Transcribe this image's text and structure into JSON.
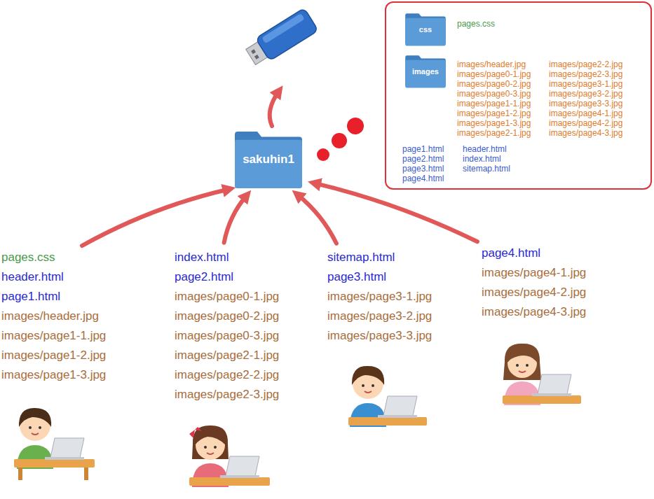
{
  "diagram": {
    "nodes": [
      {
        "text": [
          "sakuhin1"
        ]
      },
      {
        "text": [
          "page1.html",
          "page2.html",
          "page3.html",
          "page4.html",
          "header.html",
          "index.html",
          "sitemap.html"
        ]
      },
      {
        "text": [
          "css",
          "pages.css"
        ],
        "in": 1
      },
      {
        "text": [
          "images",
          "images/header.jpg",
          "images/page0-1.jpg",
          "images/page0-2.jpg",
          "images/page0-3.jpg",
          "images/page1-1.jpg",
          "images/page1-2.jpg",
          "images/page1-3.jpg",
          "images/page2-1.jpg",
          "images/page2-2.jpg",
          "images/page2-3.jpg",
          "images/page3-1.jpg",
          "images/page3-2.jpg",
          "images/page3-3.jpg",
          "images/page4-1.jpg",
          "images/page4-2.jpg",
          "images/page4-3.jpg"
        ],
        "in": 1
      },
      {
        "text": [
          "pages.css",
          "header.html",
          "page1.html",
          "images/header.jpg",
          "images/page1-1.jpg",
          "images/page1-2.jpg",
          "images/page1-3.jpg"
        ]
      },
      {
        "text": [
          "index.html",
          "page2.html",
          "images/page0-1.jpg",
          "images/page0-2.jpg",
          "images/page0-3.jpg",
          "images/page2-1.jpg",
          "images/page2-2.jpg",
          "images/page2-3.jpg"
        ]
      },
      {
        "text": [
          "sitemap.html",
          "page3.html",
          "images/page3-1.jpg",
          "images/page3-2.jpg",
          "images/page3-3.jpg"
        ]
      },
      {
        "text": [
          "page4.html",
          "images/page4-1.jpg",
          "images/page4-2.jpg",
          "images/page4-3.jpg"
        ]
      }
    ],
    "edges": [
      {
        "from": 4,
        "to": 0,
        "arrow": "to"
      },
      {
        "from": 5,
        "to": 0,
        "arrow": "to"
      },
      {
        "from": 6,
        "to": 0,
        "arrow": "to"
      },
      {
        "from": 7,
        "to": 0,
        "arrow": "to"
      }
    ]
  }
}
